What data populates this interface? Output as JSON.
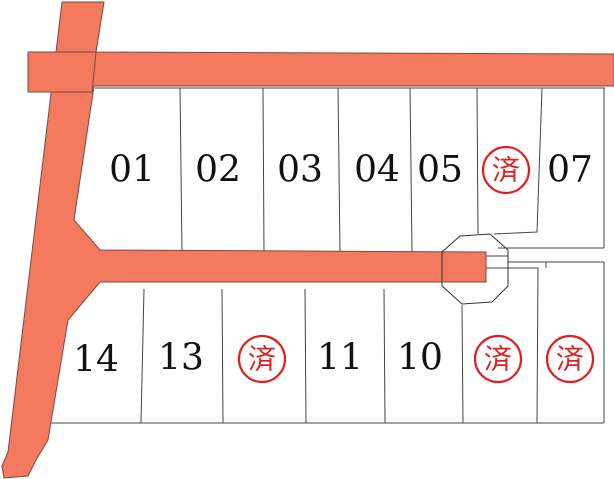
{
  "colors": {
    "road": "#f47a5f",
    "road_outline": "#7a4a40",
    "lot_line": "#444444",
    "sold_stamp": "#e02020"
  },
  "sold_stamp": {
    "text": "済"
  },
  "lots": [
    {
      "id": "01",
      "label": "01",
      "sold": false
    },
    {
      "id": "02",
      "label": "02",
      "sold": false
    },
    {
      "id": "03",
      "label": "03",
      "sold": false
    },
    {
      "id": "04",
      "label": "04",
      "sold": false
    },
    {
      "id": "05",
      "label": "05",
      "sold": false
    },
    {
      "id": "06",
      "label": "",
      "sold": true
    },
    {
      "id": "07",
      "label": "07",
      "sold": false
    },
    {
      "id": "08",
      "label": "",
      "sold": true
    },
    {
      "id": "09",
      "label": "",
      "sold": true
    },
    {
      "id": "10",
      "label": "10",
      "sold": false
    },
    {
      "id": "11",
      "label": "11",
      "sold": false
    },
    {
      "id": "12",
      "label": "",
      "sold": true
    },
    {
      "id": "13",
      "label": "13",
      "sold": false
    },
    {
      "id": "14",
      "label": "14",
      "sold": false
    }
  ]
}
